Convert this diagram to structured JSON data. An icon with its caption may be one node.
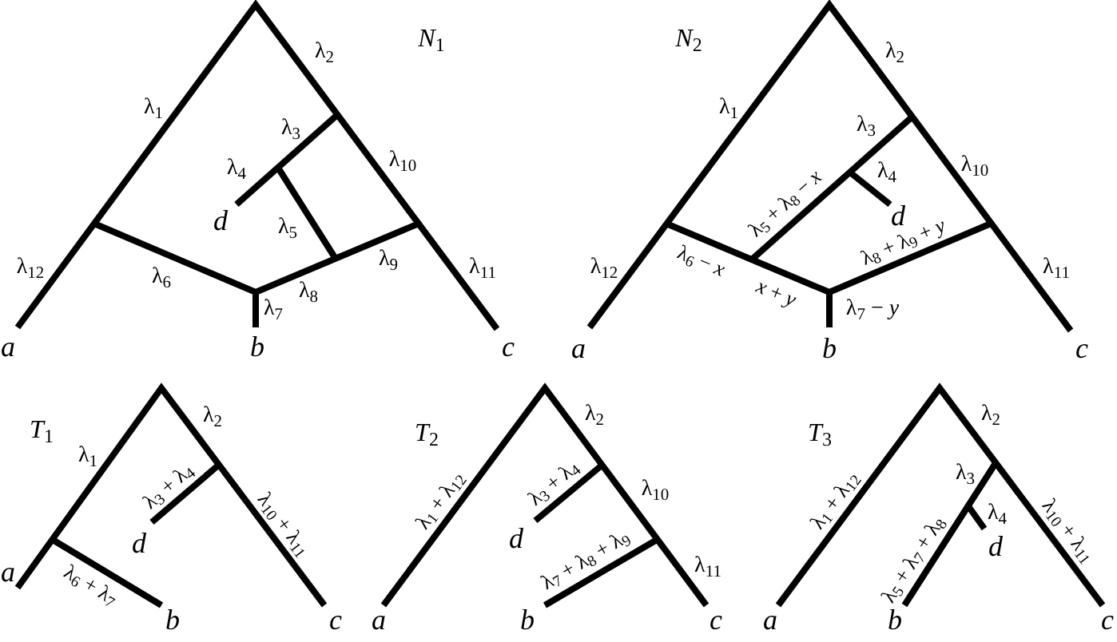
{
  "diagram": {
    "labels": [
      "*N*$_{1}$",
      "λ$_{2}$",
      "λ$_{1}$",
      "λ$_{3}$",
      "λ$_{10}$",
      "λ$_{4}$",
      "d",
      "λ$_{5}$",
      "λ$_{9}$",
      "λ$_{12}$",
      "λ$_{11}$",
      "λ$_{6}$",
      "λ$_{8}$",
      "λ$_{7}$",
      "a",
      "b",
      "c",
      "*N*$_{2}$",
      "λ$_{2}$",
      "λ$_{1}$",
      "λ$_{3}$",
      "λ$_{10}$",
      "λ$_{4}$",
      "λ$_{5}$ + λ$_{8}$ − *x*",
      "d",
      "λ$_{8}$ + λ$_{9}$ + *y*",
      "λ$_{12}$",
      "λ$_{6}$ − *x*",
      "λ$_{11}$",
      "*x* + *y*",
      "λ$_{7}$ − *y*",
      "a",
      "b",
      "c",
      "*T*$_{1}$",
      "λ$_{2}$",
      "λ$_{1}$",
      "λ$_{3}$ + λ$_{4}$",
      "λ$_{10}$ + λ$_{11}$",
      "d",
      "a",
      "λ$_{6}$ + λ$_{7}$",
      "b",
      "c",
      "*T*$_{2}$",
      "λ$_{2}$",
      "λ$_{1}$ + λ$_{12}$",
      "λ$_{3}$ + λ$_{4}$",
      "λ$_{10}$",
      "d",
      "λ$_{7}$ + λ$_{8}$ + λ$_{9}$",
      "λ$_{11}$",
      "a",
      "b",
      "c",
      "*T*$_{3}$",
      "λ$_{2}$",
      "λ$_{1}$ + λ$_{12}$",
      "λ$_{3}$",
      "λ$_{4}$",
      "λ$_{10}$ + λ$_{11}$",
      "d",
      "λ$_{5}$ + λ$_{7}$ + λ$_{8}$",
      "a",
      "b",
      "c"
    ]
  }
}
